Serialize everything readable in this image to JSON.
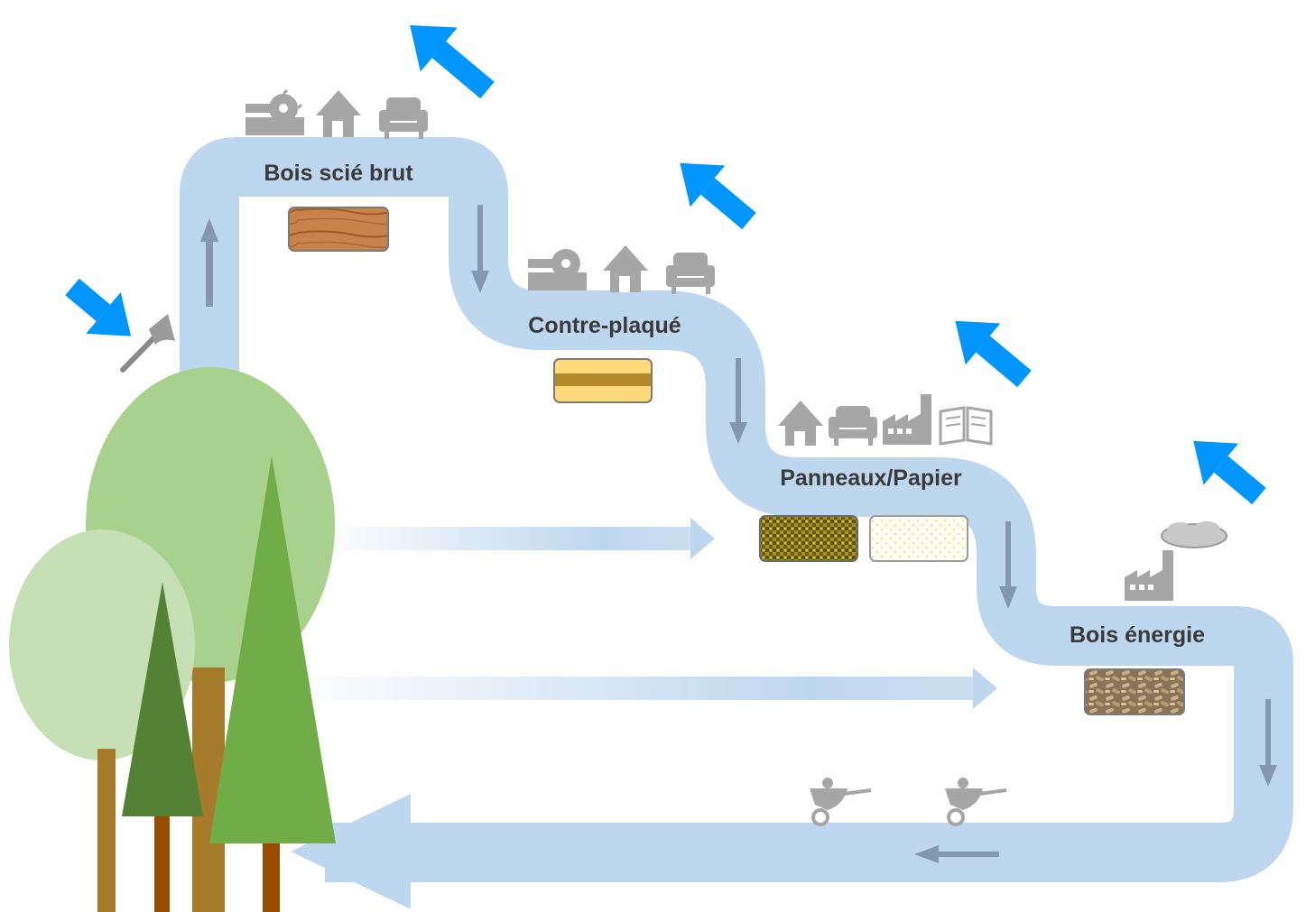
{
  "stages": [
    {
      "label": "Bois scié brut",
      "material": "raw-sawn-wood-texture"
    },
    {
      "label": "Contre-plaqué",
      "material": "plywood-texture"
    },
    {
      "label": "Panneaux/Papier",
      "material": "particle-board-and-paper-texture"
    },
    {
      "label": "Bois énergie",
      "material": "wood-pellets-texture"
    }
  ],
  "colors": {
    "flow": "#bdd7ee",
    "flow_arrow": "#8497b0",
    "highlight_arrow": "#0096ff",
    "icon_gray": "#a6a6a6",
    "tree_light": "#a9d18e",
    "tree_pale": "#c5e0b4",
    "tree_mid": "#70ad47",
    "tree_dark": "#548235",
    "trunk": "#a67c2b",
    "trunk_dark": "#994c00"
  },
  "icons": [
    "axe-icon",
    "sawmill-icon",
    "house-icon",
    "armchair-icon",
    "factory-icon",
    "book-icon",
    "smoke-cloud-icon",
    "wheelbarrow-icon"
  ]
}
